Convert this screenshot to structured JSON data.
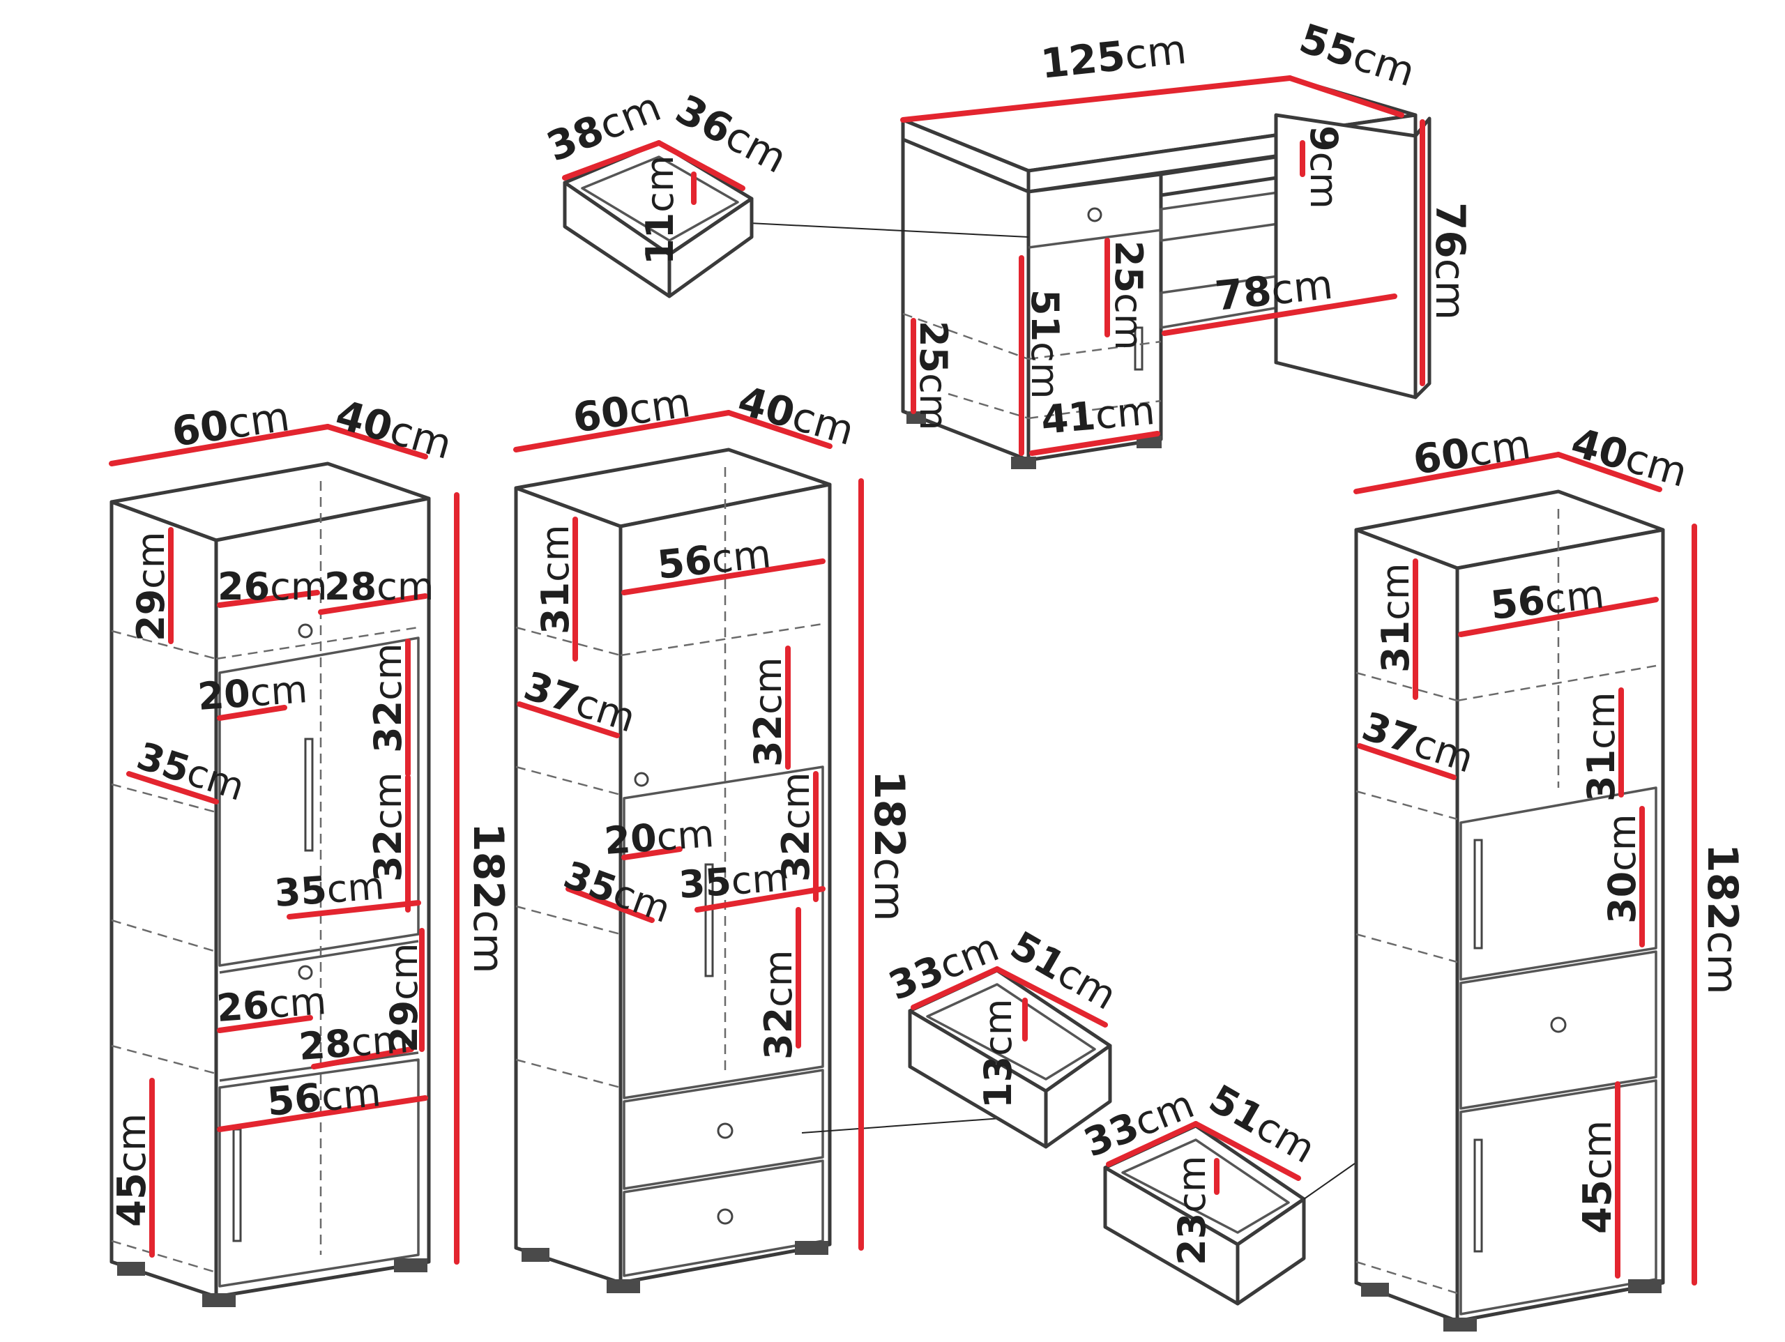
{
  "unit": "cm",
  "colors": {
    "dimension_line": "#e3252f",
    "outline": "#3a3a3a",
    "text": "#1f1f1f"
  },
  "desk": {
    "width": "125",
    "depth": "55",
    "height": "76",
    "knee_space_width": "78",
    "top_gap": "9",
    "drawer_height": "25",
    "pedestal_front_height": "51",
    "pedestal_width": "41",
    "pedestal_lower_shelf": "25"
  },
  "desk_drawer": {
    "width": "38",
    "depth": "36",
    "height": "11"
  },
  "cabinet_left": {
    "width": "60",
    "depth": "40",
    "height": "182",
    "top_open_height": "29",
    "glass_shelf_left": "26",
    "glass_shelf_right": "28",
    "display_upper_height": "32",
    "display_lower_height": "32",
    "inner_shelf_width": "20",
    "inner_shelf_depth": "35",
    "inner_shelf_depth_2": "35",
    "lower_open_left": "26",
    "lower_open_right": "28",
    "lower_open_height": "29",
    "base_width": "56",
    "base_door_height": "45"
  },
  "cabinet_middle": {
    "width": "60",
    "depth": "40",
    "height": "182",
    "top_open_height": "31",
    "inner_width": "56",
    "shelf_depth": "37",
    "open_shelf_height": "32",
    "display_height": "32",
    "lower_display_height": "32",
    "inner_shelf_width": "20",
    "inner_shelf_depth_left": "35",
    "inner_shelf_depth_right": "35"
  },
  "cabinet_right": {
    "width": "60",
    "depth": "40",
    "height": "182",
    "top_open_height": "31",
    "inner_width": "56",
    "shelf_depth": "37",
    "door_upper_height": "31",
    "door_lower_height": "30",
    "base_door_height": "45"
  },
  "drawer_13": {
    "width": "33",
    "depth": "51",
    "height": "13"
  },
  "drawer_23": {
    "width": "33",
    "depth": "51",
    "height": "23"
  }
}
